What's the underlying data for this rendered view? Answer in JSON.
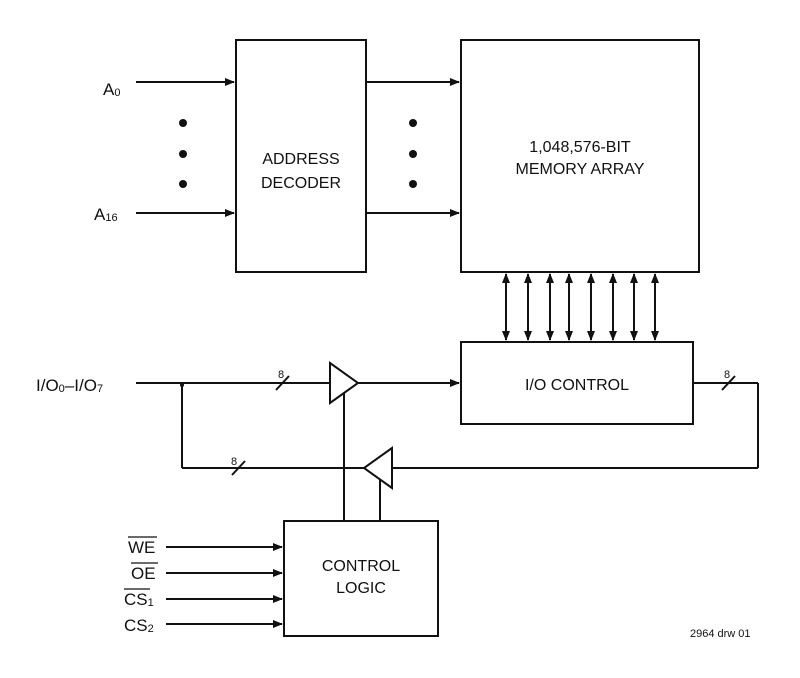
{
  "address_inputs": {
    "first": {
      "base": "A",
      "sub": "0"
    },
    "last": {
      "base": "A",
      "sub": "16"
    }
  },
  "address_decoder": {
    "line1": "ADDRESS",
    "line2": "DECODER"
  },
  "memory_array": {
    "line1": "1,048,576-BIT",
    "line2": "MEMORY ARRAY"
  },
  "io_control": {
    "label": "I/O CONTROL"
  },
  "io_bus": {
    "base1": "I/O",
    "sub1": "0",
    "dash": "–",
    "base2": "I/O",
    "sub2": "7"
  },
  "bus_width": {
    "in": "8",
    "out": "8",
    "return": "8"
  },
  "control_logic": {
    "line1": "CONTROL",
    "line2": "LOGIC"
  },
  "control_signals": {
    "we": "WE",
    "oe": "OE",
    "cs1_base": "CS",
    "cs1_sub": "1",
    "cs2_base": "CS",
    "cs2_sub": "2"
  },
  "drawing_id": "2964 drw 01"
}
